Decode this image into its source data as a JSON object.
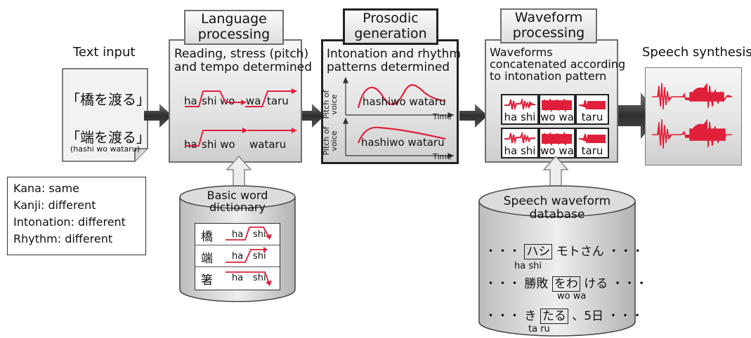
{
  "text_input": {
    "title": "Text input",
    "line1": "「橋を渡る」",
    "line2": "「端を渡る」",
    "romaji": "(hashi wo wataru)"
  },
  "comparison": {
    "lines": [
      "Kana: same",
      "Kanji: different",
      "Intonation: different",
      "Rhythm: different"
    ]
  },
  "language": {
    "tab": [
      "Language",
      "processing"
    ],
    "desc": [
      "Reading, stress (pitch)",
      "and tempo determined"
    ],
    "row1": {
      "a": "ha",
      "b": "shi",
      "c": "wo",
      "d": "wa",
      "e": "taru"
    },
    "row2": {
      "a": "ha",
      "b": "shi wo",
      "d": "wataru"
    }
  },
  "dictionary": {
    "title": [
      "Basic word",
      "dictionary"
    ],
    "entries": [
      {
        "kanji": "橋",
        "a": "ha",
        "b": "shi"
      },
      {
        "kanji": "端",
        "a": "ha",
        "b": "shi"
      },
      {
        "kanji": "箸",
        "a": "ha",
        "b": "shi"
      }
    ]
  },
  "prosodic": {
    "tab": [
      "Prosodic",
      "generation"
    ],
    "desc": [
      "Intonation and rhythm",
      "patterns determined"
    ],
    "ylabel": [
      "Pitch of",
      "voice"
    ],
    "xlabel": "Time",
    "phrase": "hashiwo wataru"
  },
  "waveform": {
    "tab": [
      "Waveform",
      "processing"
    ],
    "desc": [
      "Waveforms",
      "concatenated according",
      "to intonation pattern"
    ],
    "segments": [
      "ha shi",
      "wo wa",
      "taru"
    ]
  },
  "database": {
    "title": [
      "Speech waveform",
      "database"
    ],
    "rows": [
      {
        "pre": "・・・",
        "box": "ハシ",
        "post": "モトさん ・・・",
        "sub": "ha shi"
      },
      {
        "pre": "・・・ 勝敗",
        "box": "をわ",
        "post": "ける ・・・",
        "sub": "wo wa"
      },
      {
        "pre": "・・・ き",
        "box": "たる",
        "post": "、5日 ・・・",
        "sub": "ta ru"
      }
    ]
  },
  "output": {
    "title": "Speech synthesis"
  },
  "colors": {
    "accent": "#e0203a",
    "arrow": "#3a3a3a",
    "panel_border": "#6f6f6f"
  }
}
